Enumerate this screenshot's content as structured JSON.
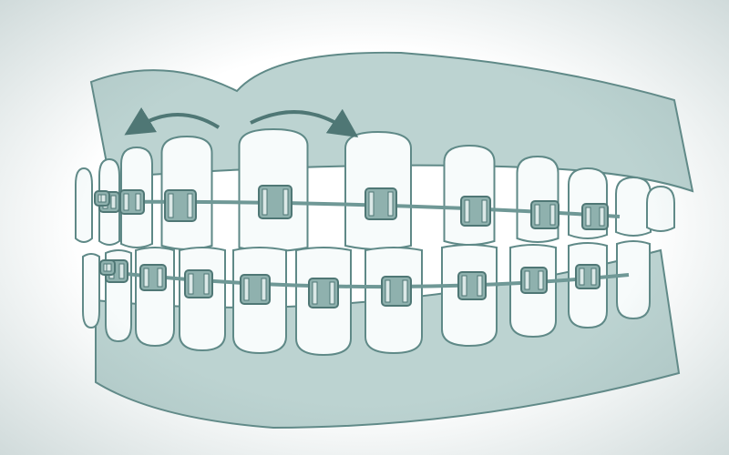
{
  "illustration": {
    "subject": "braces-on-teeth",
    "colors": {
      "background": "#ffffff",
      "gum": "#bcd3d1",
      "gum_shade": "#a6c2c0",
      "tooth": "#f7fbfb",
      "tooth_shadow": "#dde9e8",
      "outline": "#5f8987",
      "bracket": "#8fb1ae",
      "bracket_dark": "#4f7775",
      "wire": "#6f9896",
      "arrow": "#4f7775"
    },
    "upper_teeth_count": 11,
    "lower_teeth_count": 11,
    "upper_brackets_count": 9,
    "lower_brackets_count": 10,
    "arrows": [
      "left-curved-arrow-icon",
      "right-curved-arrow-icon"
    ]
  }
}
